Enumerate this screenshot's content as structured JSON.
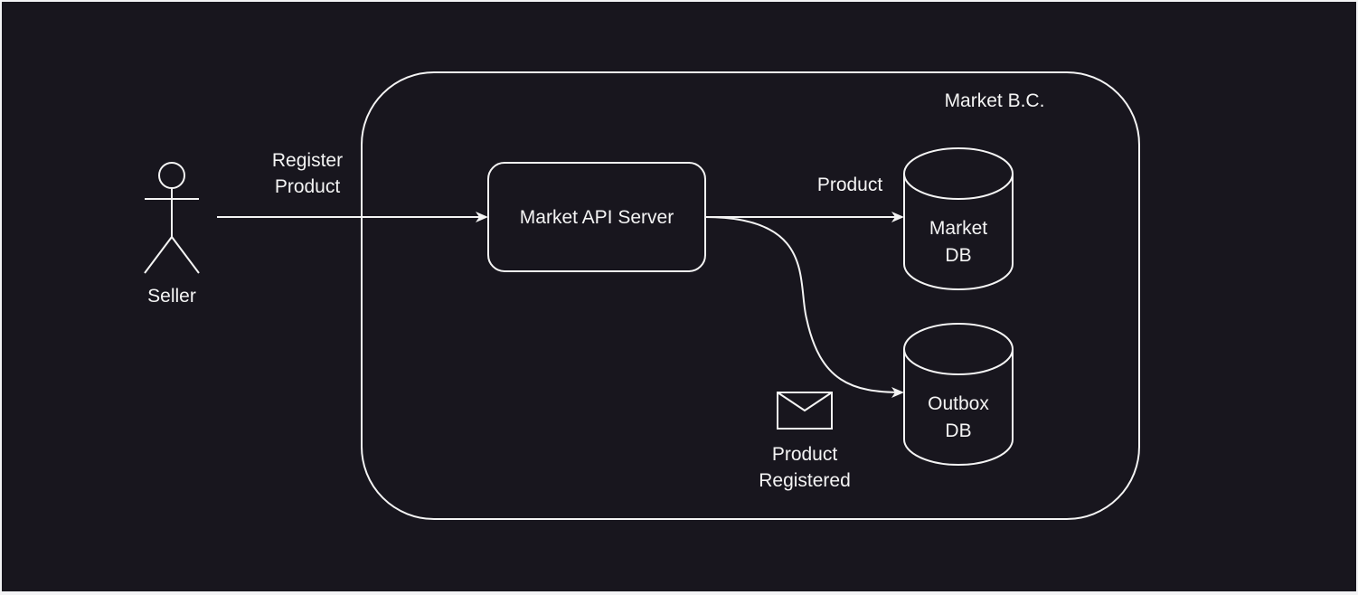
{
  "diagram": {
    "boundary": {
      "label": "Market B.C."
    },
    "actor": {
      "label": "Seller"
    },
    "server": {
      "label": "Market API Server"
    },
    "databases": [
      {
        "line1": "Market",
        "line2": "DB"
      },
      {
        "line1": "Outbox",
        "line2": "DB"
      }
    ],
    "edges": [
      {
        "from": "Seller",
        "to": "Market API Server",
        "line1": "Register",
        "line2": "Product"
      },
      {
        "from": "Market API Server",
        "to": "Market DB",
        "label": "Product"
      },
      {
        "from": "Market API Server",
        "to": "Outbox DB",
        "label": ""
      }
    ],
    "message": {
      "icon": "envelope-icon",
      "line1": "Product",
      "line2": "Registered"
    },
    "colors": {
      "background": "#18161e",
      "stroke": "#f4f4f4",
      "frame": "#f3f3f5"
    }
  }
}
